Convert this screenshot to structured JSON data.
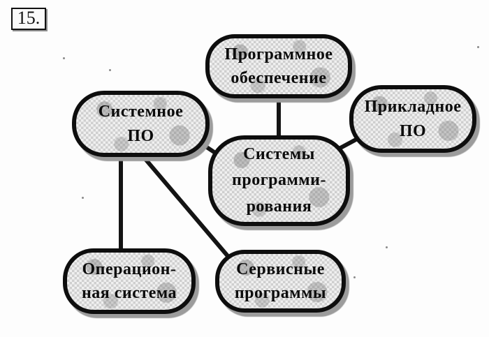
{
  "figure_number": "15.",
  "diagram": {
    "nodes": [
      {
        "id": "software",
        "label": "Программное\nобеспечение"
      },
      {
        "id": "system-software",
        "label": "Системное\nПО"
      },
      {
        "id": "applied-software",
        "label": "Прикладное\nПО"
      },
      {
        "id": "programming-systems",
        "label": "Системы\nпрограмми-\nрования"
      },
      {
        "id": "operating-system",
        "label": "Операцион-\nная система"
      },
      {
        "id": "service-programs",
        "label": "Сервисные\nпрограммы"
      }
    ],
    "edges": [
      {
        "from": "software",
        "to": "programming-systems"
      },
      {
        "from": "system-software",
        "to": "programming-systems"
      },
      {
        "from": "applied-software",
        "to": "programming-systems"
      },
      {
        "from": "system-software",
        "to": "operating-system"
      },
      {
        "from": "system-software",
        "to": "service-programs"
      }
    ],
    "colors": {
      "border": "#0e0e0e",
      "node_fill": "#f0f0f0",
      "shadow": "#9c9c9c",
      "line": "#141414",
      "text": "#0c0c0c"
    }
  }
}
